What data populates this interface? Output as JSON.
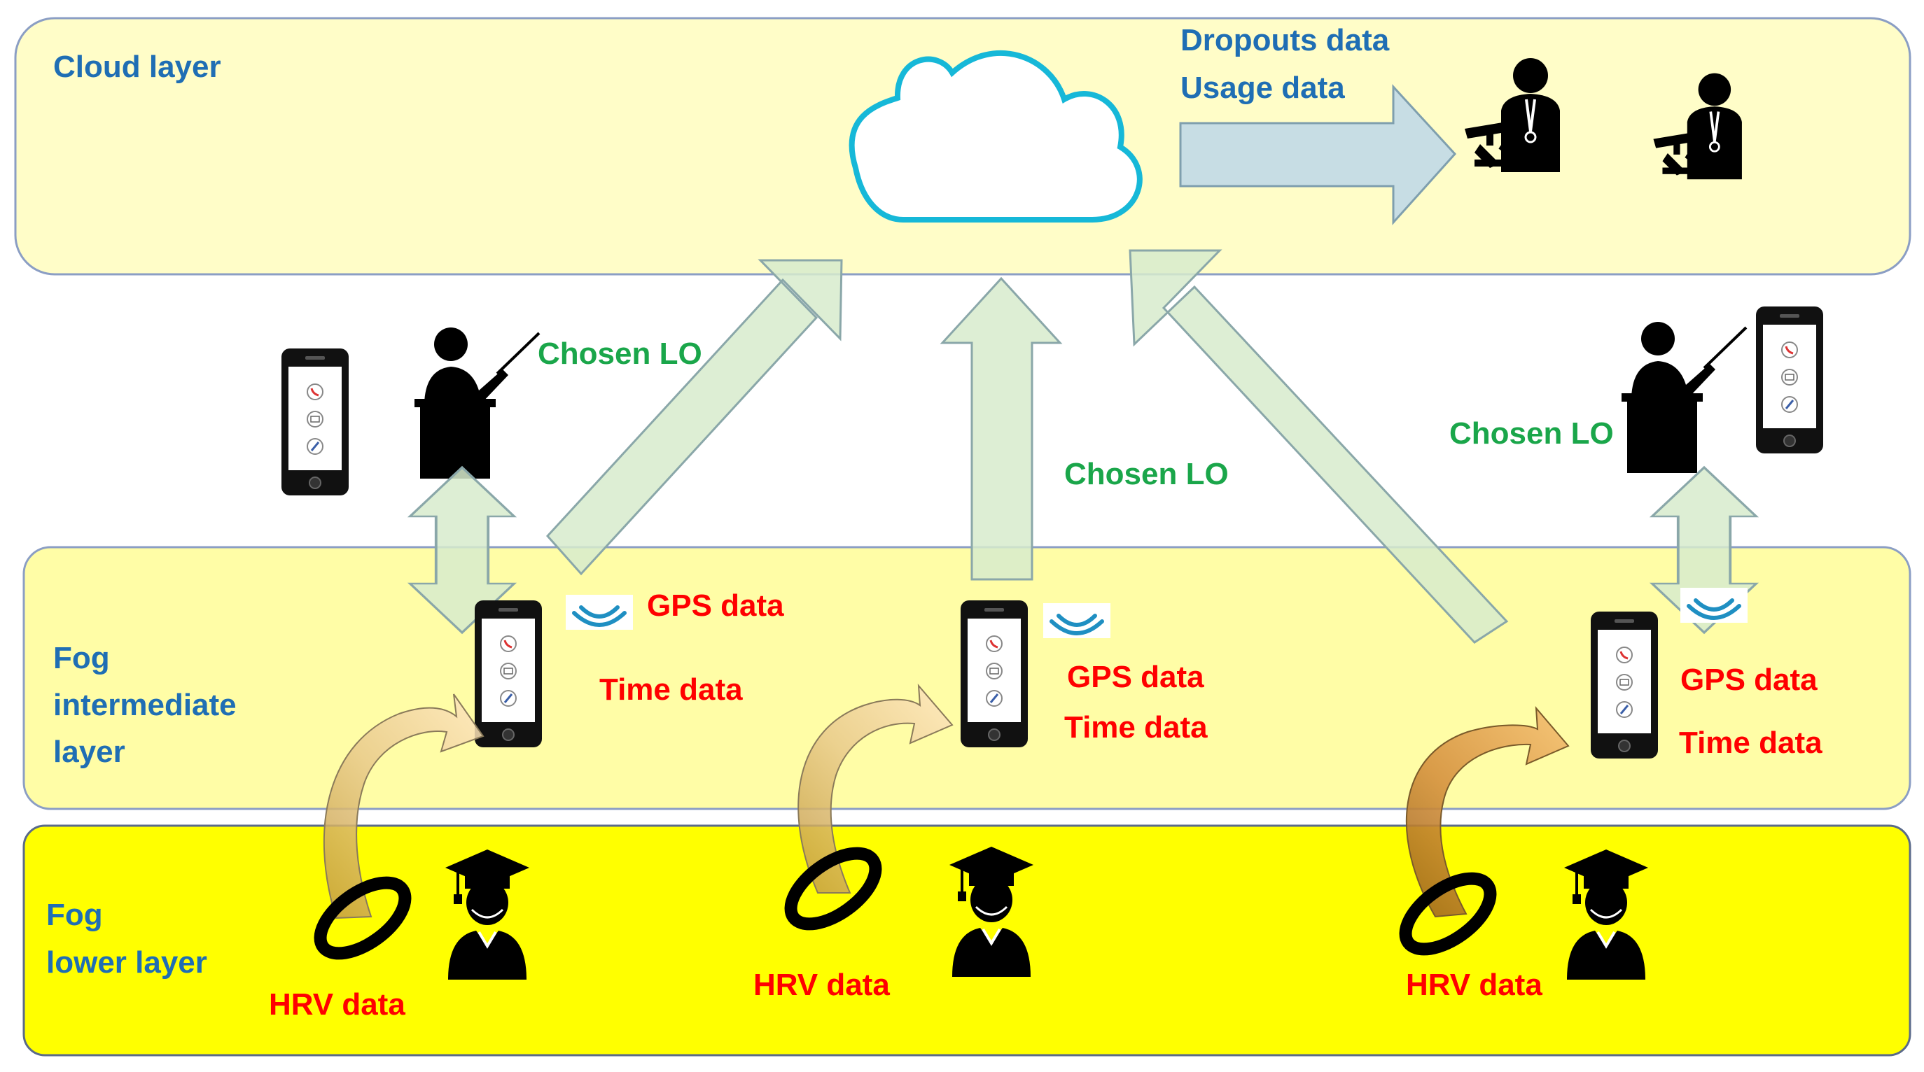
{
  "layers": {
    "cloud": {
      "label": "Cloud layer",
      "color": "#fffdc8"
    },
    "fog_intermediate": {
      "label_lines": [
        "Fog",
        "intermediate",
        "layer"
      ],
      "color": "#fffda6"
    },
    "fog_lower": {
      "label_lines": [
        "Fog",
        "lower layer"
      ],
      "color": "#ffff00"
    }
  },
  "cloud_outputs": [
    "Dropouts data",
    "Usage data"
  ],
  "edge_labels": {
    "chosen_lo": "Chosen LO",
    "gps": "GPS data",
    "time": "Time data",
    "hrv": "HRV data"
  },
  "colors": {
    "layer_title": "#1f6eb4",
    "chosen_lo": "#1aa64a",
    "sensor_data": "#ff0000",
    "cloud_outline": "#16b8d8",
    "up_arrow_fill": "#d7ebcc",
    "output_arrow_fill": "#c7dde4",
    "icon": "#000000"
  },
  "icons": [
    "cloud-icon",
    "doctor-microscope-icon",
    "teacher-lectern-icon",
    "smartphone-icon",
    "wifi-signal-icon",
    "smartwatch-band-icon",
    "graduate-student-icon"
  ]
}
